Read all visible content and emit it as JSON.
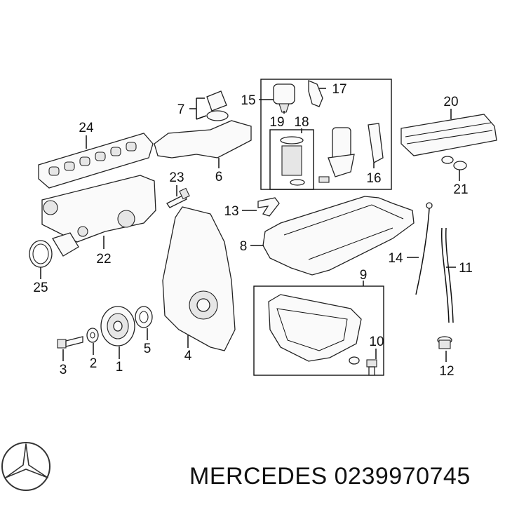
{
  "callouts": [
    {
      "id": "c1",
      "text": "1"
    },
    {
      "id": "c2",
      "text": "2"
    },
    {
      "id": "c3",
      "text": "3"
    },
    {
      "id": "c4",
      "text": "4"
    },
    {
      "id": "c5",
      "text": "5"
    },
    {
      "id": "c6",
      "text": "6"
    },
    {
      "id": "c7",
      "text": "7"
    },
    {
      "id": "c8",
      "text": "8"
    },
    {
      "id": "c9",
      "text": "9"
    },
    {
      "id": "c10",
      "text": "10"
    },
    {
      "id": "c11",
      "text": "11"
    },
    {
      "id": "c12",
      "text": "12"
    },
    {
      "id": "c13",
      "text": "13"
    },
    {
      "id": "c14",
      "text": "14"
    },
    {
      "id": "c15",
      "text": "15"
    },
    {
      "id": "c16",
      "text": "16"
    },
    {
      "id": "c17",
      "text": "17"
    },
    {
      "id": "c18",
      "text": "18"
    },
    {
      "id": "c19",
      "text": "19"
    },
    {
      "id": "c20",
      "text": "20"
    },
    {
      "id": "c21",
      "text": "21"
    },
    {
      "id": "c22",
      "text": "22"
    },
    {
      "id": "c23",
      "text": "23"
    },
    {
      "id": "c24",
      "text": "24"
    },
    {
      "id": "c25",
      "text": "25"
    }
  ],
  "footer": {
    "brand": "MERCEDES",
    "part_number": "0239970745",
    "title": "MERCEDES 0239970745"
  },
  "colors": {
    "ink": "#111111",
    "background": "#ffffff"
  },
  "icons": {
    "logo": "mercedes-star-logo"
  }
}
